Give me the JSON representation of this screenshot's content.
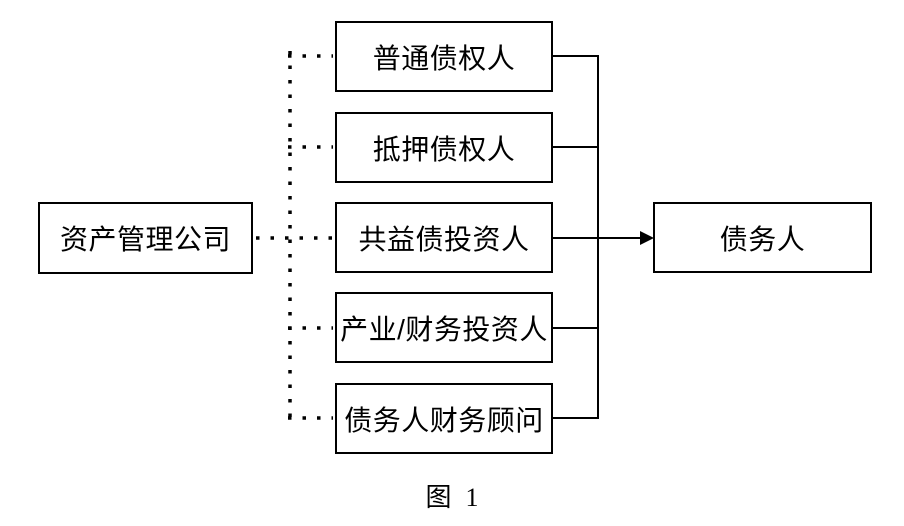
{
  "diagram": {
    "left_node": {
      "label": "资产管理公司"
    },
    "middle_nodes": [
      {
        "label": "普通债权人"
      },
      {
        "label": "抵押债权人"
      },
      {
        "label": "共益债投资人"
      },
      {
        "label": "产业/财务投资人"
      },
      {
        "label": "债务人财务顾问"
      }
    ],
    "right_node": {
      "label": "债务人"
    },
    "caption": {
      "prefix": "图",
      "number": "1"
    },
    "colors": {
      "line": "#000000",
      "box_border": "#000000",
      "background": "#ffffff"
    }
  }
}
